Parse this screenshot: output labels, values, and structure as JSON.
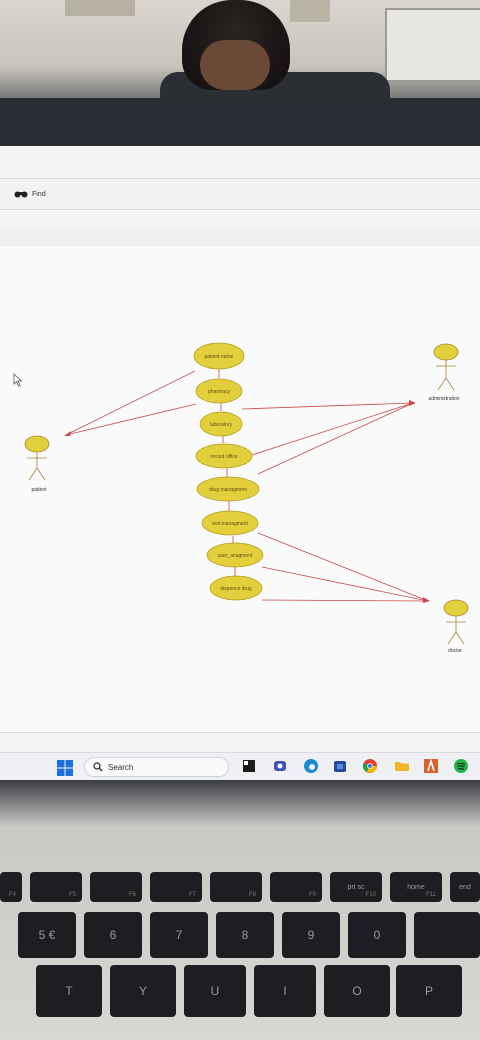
{
  "toolbar": {
    "find_label": "Find"
  },
  "diagram": {
    "use_cases": [
      {
        "id": "patient-name",
        "label": "patient name"
      },
      {
        "id": "pharmacy",
        "label": "pharmacy"
      },
      {
        "id": "laboratory",
        "label": "laboratory"
      },
      {
        "id": "record-office",
        "label": "record office"
      },
      {
        "id": "drug-management",
        "label": "drug managment"
      },
      {
        "id": "test-management",
        "label": "test managment"
      },
      {
        "id": "user-management",
        "label": "user_anagment"
      },
      {
        "id": "dispense-drug",
        "label": "dispence drug"
      }
    ],
    "actors": [
      {
        "id": "patient",
        "label": "patient"
      },
      {
        "id": "administration",
        "label": "administration"
      },
      {
        "id": "doctor",
        "label": "doctor"
      }
    ],
    "colors": {
      "use_case_fill": "#e3cf3c",
      "use_case_stroke": "#b39a1a",
      "association": "#c9494b"
    }
  },
  "taskbar": {
    "search_placeholder": "Search",
    "icons": [
      "start-icon",
      "search-icon",
      "terminal-icon",
      "teams-icon",
      "edge-icon",
      "store-icon",
      "chrome-icon",
      "folder-icon",
      "app-icon",
      "spotify-icon"
    ]
  },
  "keyboard": {
    "function_row": [
      {
        "label": "",
        "sub": "F4"
      },
      {
        "label": "",
        "sub": "F5"
      },
      {
        "label": "",
        "sub": "F6"
      },
      {
        "label": "",
        "sub": "F7"
      },
      {
        "label": "",
        "sub": "F8"
      },
      {
        "label": "",
        "sub": "F9"
      },
      {
        "label": "prt sc",
        "sub": "F10"
      },
      {
        "label": "home",
        "sub": "F11"
      },
      {
        "label": "end",
        "sub": ""
      }
    ],
    "number_row": [
      "5 €",
      "6",
      "7",
      "8",
      "9",
      "0",
      ""
    ],
    "letter_row": [
      "T",
      "Y",
      "U",
      "I",
      "O",
      "P"
    ]
  }
}
